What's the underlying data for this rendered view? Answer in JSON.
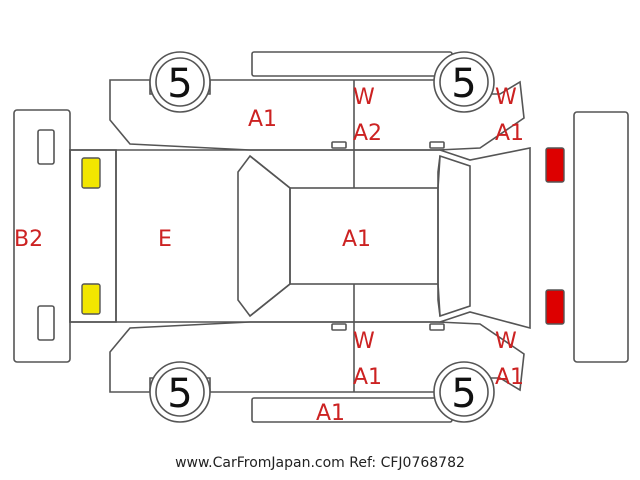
{
  "tire_rating": "5",
  "colors": {
    "lamp_front": "#f2e600",
    "lamp_rear": "#dd0000",
    "code": "#cc2222"
  },
  "labels": {
    "rear_bumper": "B2",
    "hood": "E",
    "roof": "A1",
    "left_front_fender": "A1",
    "left_front_door_w": "W",
    "left_front_door_code": "A2",
    "left_rear_w": "W",
    "left_rear_code": "A1",
    "right_front_door_w": "W",
    "right_front_door_code": "A1",
    "right_rear_w": "W",
    "right_rear_code": "A1",
    "right_rocker": "A1"
  },
  "footer": {
    "site": "www.CarFromJapan.com",
    "ref": "Ref: CFJ0768782"
  }
}
